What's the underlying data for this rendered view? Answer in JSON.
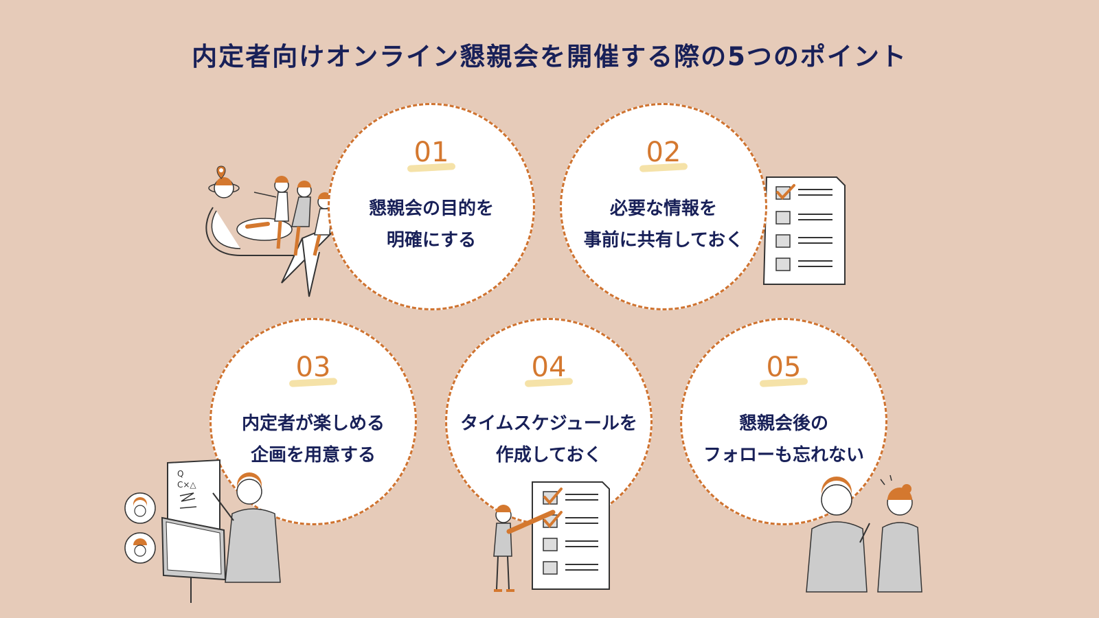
{
  "title": "内定者向けオンライン懇親会を開催する際の5つのポイント",
  "colors": {
    "background": "#e6cbb9",
    "navy": "#182058",
    "orange": "#d4782f",
    "dash": "#cf7330",
    "highlight": "#f5e2a8"
  },
  "points": [
    {
      "num": "01",
      "line1": "懇親会の目的を",
      "line2": "明確にする"
    },
    {
      "num": "02",
      "line1": "必要な情報を",
      "line2": "事前に共有しておく"
    },
    {
      "num": "03",
      "line1": "内定者が楽しめる",
      "line2": "企画を用意する"
    },
    {
      "num": "04",
      "line1": "タイムスケジュールを",
      "line2": "作成しておく"
    },
    {
      "num": "05",
      "line1": "懇親会後の",
      "line2": "フォローも忘れない"
    }
  ],
  "illustrations": {
    "point1": "team-on-paper-plane-icon",
    "point2": "checklist-document-icon",
    "point3": "online-presenter-icon",
    "point4": "person-checking-list-icon",
    "point5": "two-people-talking-icon"
  },
  "whiteboard_glyphs": [
    "Q",
    "C×△"
  ]
}
